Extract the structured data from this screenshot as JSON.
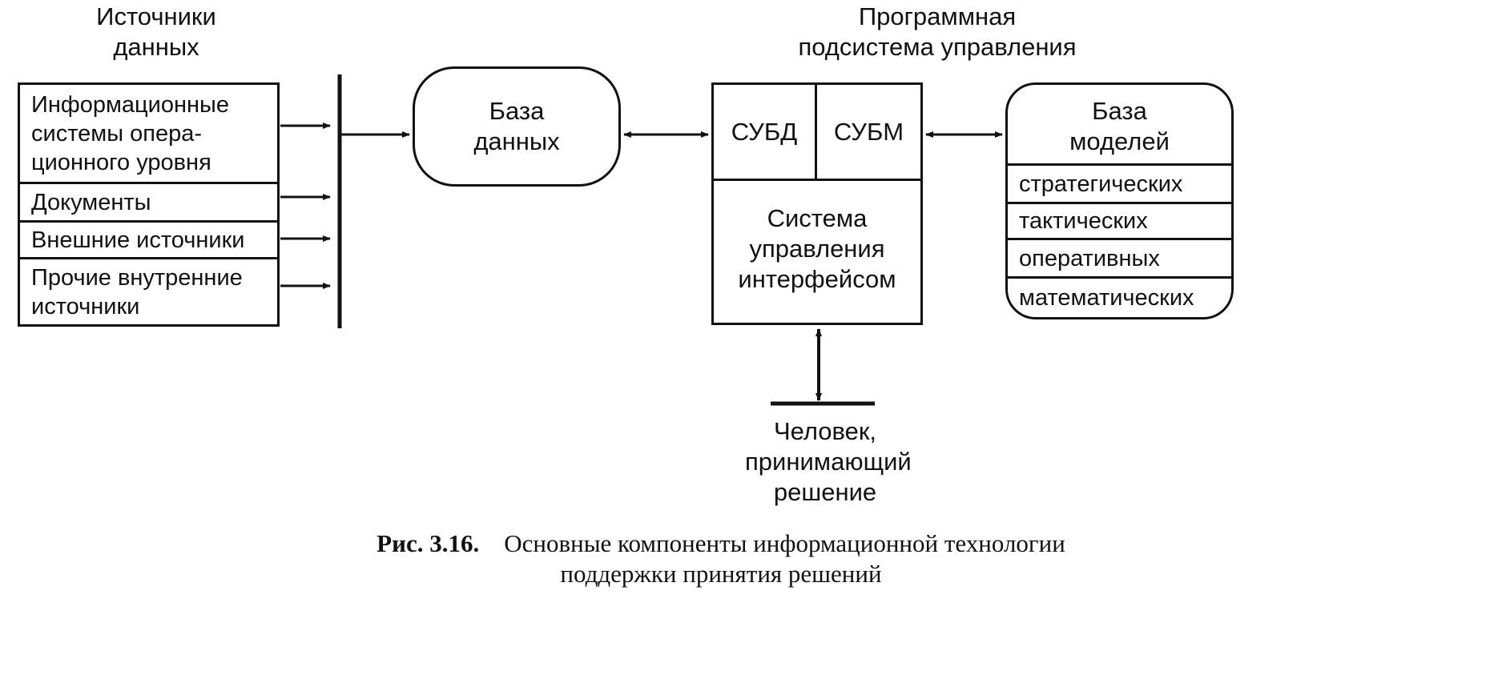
{
  "headers": {
    "sources": "Источники\nданных",
    "subsystem": "Программная\nподсистема управления"
  },
  "sources": [
    "Информационные\nсистемы опера-\nционного уровня",
    "Документы",
    "Внешние источники",
    "Прочие внутренние\nисточники"
  ],
  "database": "База\nданных",
  "subsystem": {
    "dbms": "СУБД",
    "mbms": "СУБМ",
    "interface": "Система\nуправления\nинтерфейсом"
  },
  "model_base": {
    "title": "База\nмоделей",
    "items": [
      "стратегических",
      "тактических",
      "оперативных",
      "математических"
    ]
  },
  "human": "Человек,\nпринимающий\nрешение",
  "caption": {
    "label": "Рис. 3.16.",
    "line1": "Основные компоненты информационной технологии",
    "line2": "поддержки принятия решений"
  }
}
